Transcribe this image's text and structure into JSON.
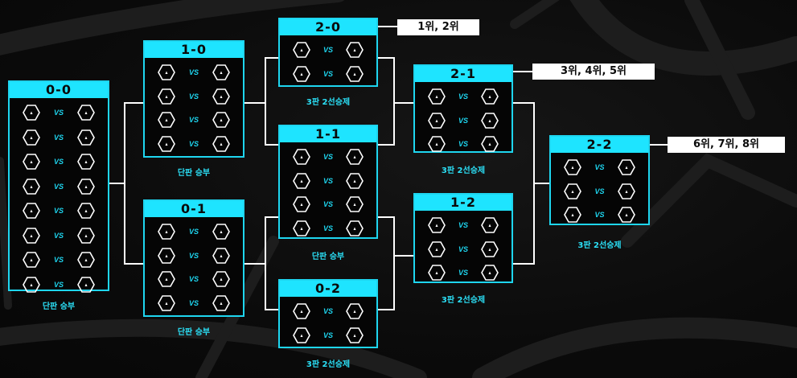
{
  "groups": [
    {
      "record": "0-0",
      "format": "단판 승부",
      "matches": 8
    },
    {
      "record": "1-0",
      "format": "단판 승부",
      "matches": 4
    },
    {
      "record": "0-1",
      "format": "단판 승부",
      "matches": 4
    },
    {
      "record": "2-0",
      "format": "3판 2선승제",
      "matches": 2
    },
    {
      "record": "1-1",
      "format": "단판 승부",
      "matches": 4
    },
    {
      "record": "0-2",
      "format": "3판 2선승제",
      "matches": 2
    },
    {
      "record": "2-1",
      "format": "3판 2선승제",
      "matches": 3
    },
    {
      "record": "1-2",
      "format": "3판 2선승제",
      "matches": 3
    },
    {
      "record": "2-2",
      "format": "3판 2선승제",
      "matches": 3
    }
  ],
  "vs_label": "VS",
  "results": [
    {
      "label": "1위, 2위"
    },
    {
      "label": "3위, 4위, 5위"
    },
    {
      "label": "6위, 7위, 8위"
    }
  ],
  "colors": {
    "accent": "#1ee4ff",
    "background": "#0a0a0a",
    "connector": "#ffffff",
    "result_bg": "#ffffff"
  },
  "icons": {
    "team_slot": "hexagon-team-placeholder-icon"
  }
}
